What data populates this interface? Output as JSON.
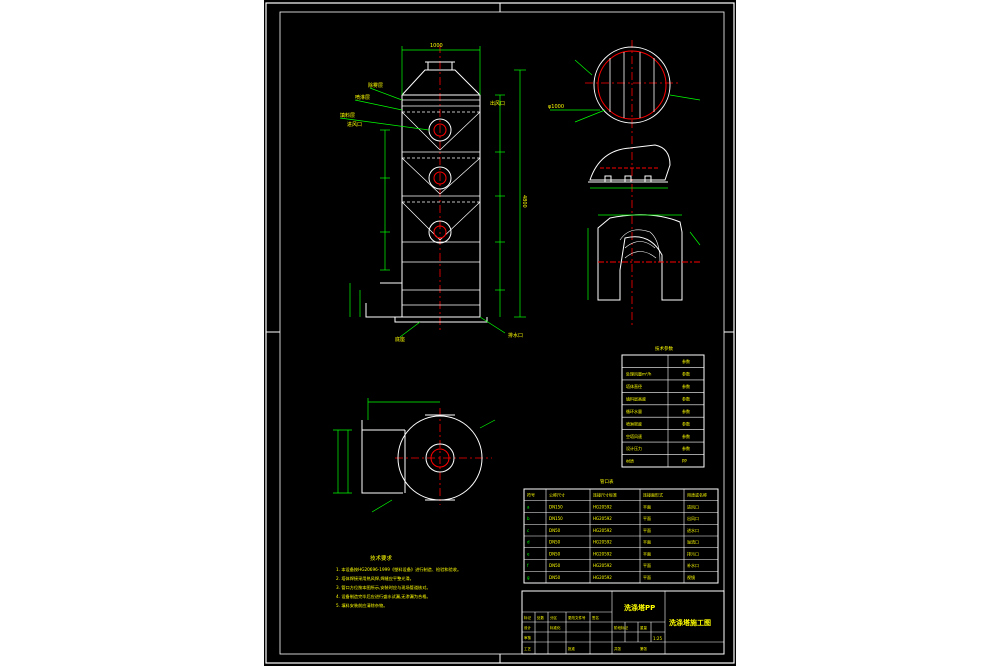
{
  "title_block": {
    "material": "洗涤塔PP",
    "drawing_name": "洗涤塔施工图",
    "sheet_id": "1:25",
    "labels": [
      "标记",
      "处数",
      "分区",
      "更改文件号",
      "签名",
      "年月日",
      "设计",
      "标准化",
      "审核",
      "工艺",
      "批准",
      "阶段标记",
      "重量",
      "比例",
      "共张",
      "第张"
    ]
  },
  "parameter_table": {
    "header": "技术参数",
    "rows": [
      [
        "",
        "参数"
      ],
      [
        "处理风量m³/h",
        "参数"
      ],
      [
        "塔体直径",
        "参数"
      ],
      [
        "填料层高度",
        "参数"
      ],
      [
        "循环水量",
        "参数"
      ],
      [
        "喷淋密度",
        "参数"
      ],
      [
        "空塔风速",
        "参数"
      ],
      [
        "设计压力",
        "参数"
      ],
      [
        "材质",
        "PP"
      ]
    ]
  },
  "nozzle_table": {
    "header": "管口表",
    "columns": [
      "符号",
      "公称尺寸",
      "连接尺寸标准",
      "连接面形式",
      "用途或名称"
    ],
    "rows": [
      [
        "a",
        "DN150",
        "HG20592",
        "平面",
        "进风口"
      ],
      [
        "b",
        "DN150",
        "HG20592",
        "平面",
        "出风口"
      ],
      [
        "c",
        "DN50",
        "HG20592",
        "平面",
        "进水口"
      ],
      [
        "d",
        "DN50",
        "HG20592",
        "平面",
        "溢流口"
      ],
      [
        "e",
        "DN50",
        "HG20592",
        "平面",
        "排污口"
      ],
      [
        "f",
        "DN50",
        "HG20592",
        "平面",
        "补水口"
      ],
      [
        "g",
        "DN50",
        "HG20592",
        "平面",
        "视镜"
      ]
    ]
  },
  "tech_notes": {
    "title": "技术要求",
    "items": [
      "1. 本设备按HG20696-1999《塑料设备》进行制造、检验和验收。",
      "2. 塔体焊接采用热风焊,焊缝应平整光滑。",
      "3. 管口方位按本图所示,安装时应与现场管道核对。",
      "4. 设备制造完毕后应进行盛水试漏,无渗漏为合格。",
      "5. 填料安装前应清除杂物。"
    ]
  },
  "callouts": {
    "top_width": "1000",
    "total_height": "4800",
    "left_labels": [
      "除雾层",
      "喷淋层",
      "填料层",
      "进风口"
    ],
    "right_label": "出风口",
    "bottom_label": "排水口",
    "plan_dim": "φ1000",
    "base_label": "底座"
  },
  "colors": {
    "background": "#000000",
    "frame": "#ffffff",
    "geometry": "#ffffff",
    "dimensions": "#00ff00",
    "centerline": "#ff0000",
    "text": "#ffff00"
  }
}
